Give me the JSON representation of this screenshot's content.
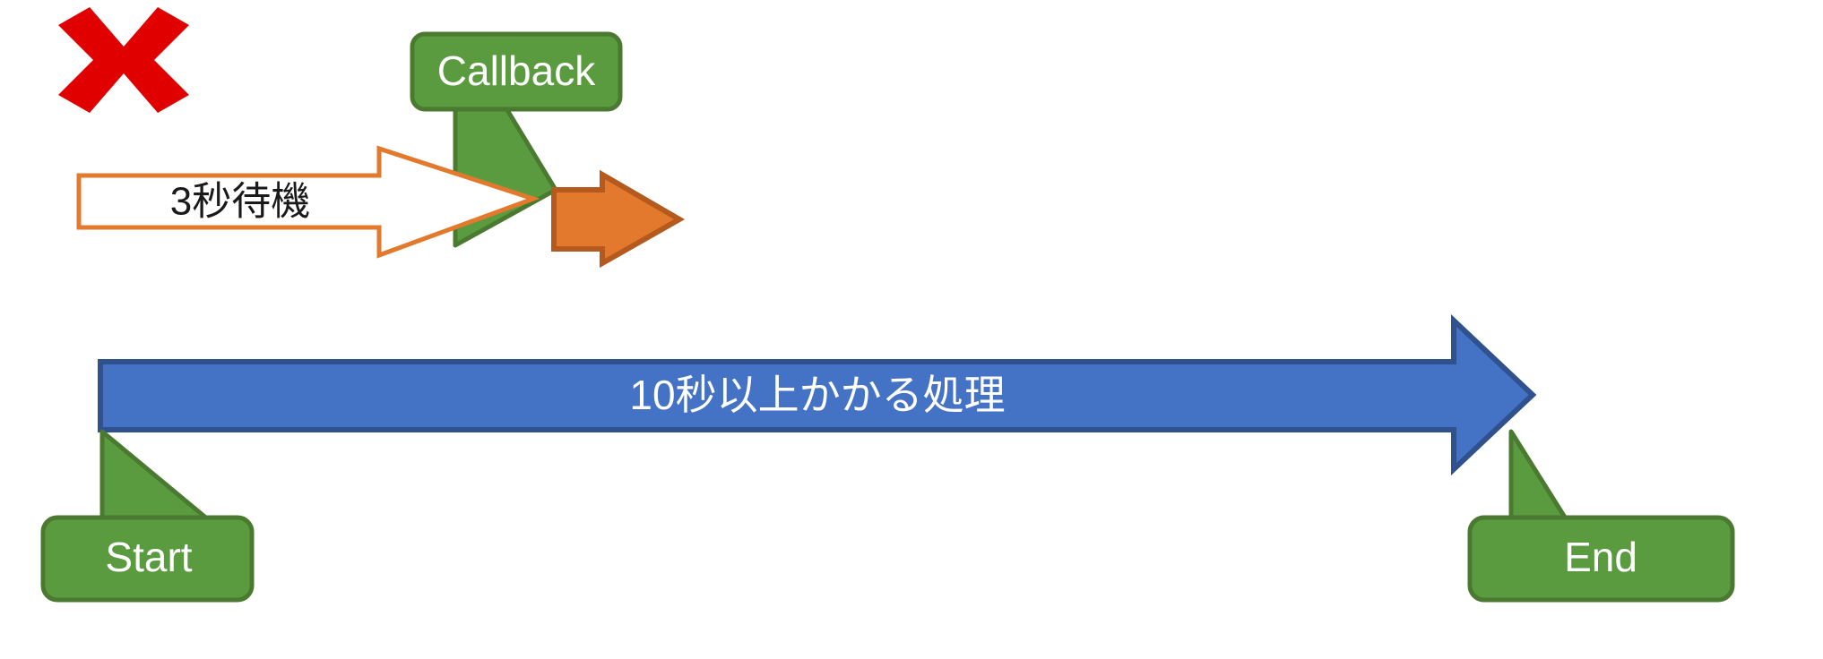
{
  "diagram": {
    "title": "Callback timing anti-pattern diagram",
    "background_color": "#FFFFFF",
    "marks": {
      "invalid_mark": {
        "icon": "red-x-mark",
        "label": "x",
        "color": "#E00000"
      }
    },
    "shapes": {
      "callback_bubble": {
        "label": "Callback",
        "fill": "#5B9B40",
        "stroke": "#4A7A2F",
        "text_color": "#FFFFFF"
      },
      "wait_arrow": {
        "label": "3秒待機",
        "fill": "#FFFFFF",
        "stroke": "#E3792C",
        "text_color": "#000000"
      },
      "callback_fire_arrow": {
        "label": "",
        "fill": "#E3792C",
        "stroke": "#B55A1F"
      },
      "process_arrow": {
        "label": "10秒以上かかる処理",
        "fill": "#4472C4",
        "stroke": "#2F528F",
        "text_color": "#FFFFFF"
      },
      "start_bubble": {
        "label": "Start",
        "fill": "#5B9B40",
        "stroke": "#4A7A2F",
        "text_color": "#FFFFFF"
      },
      "end_bubble": {
        "label": "End",
        "fill": "#5B9B40",
        "stroke": "#4A7A2F",
        "text_color": "#FFFFFF"
      }
    }
  }
}
